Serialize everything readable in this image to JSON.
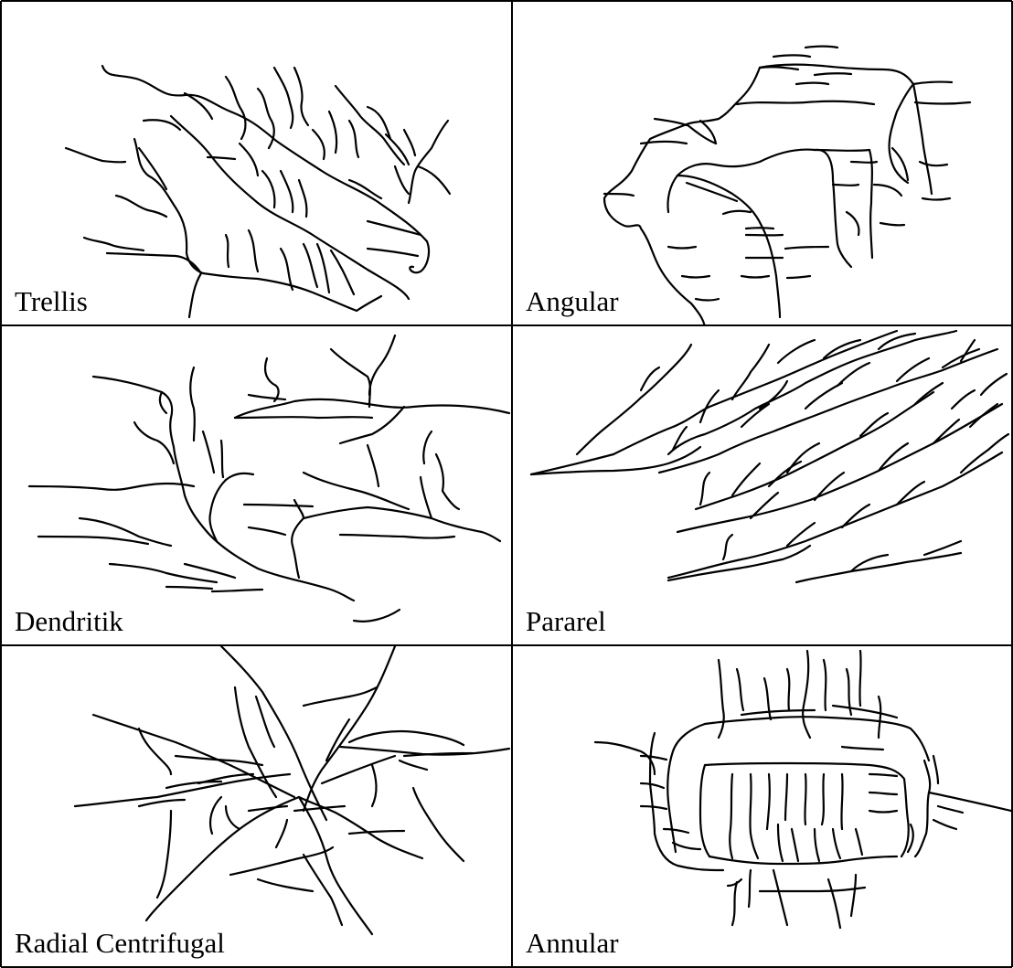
{
  "cells": [
    {
      "name": "trellis",
      "label": "Trellis"
    },
    {
      "name": "angular",
      "label": "Angular"
    },
    {
      "name": "dendritik",
      "label": "Dendritik"
    },
    {
      "name": "pararel",
      "label": "Pararel"
    },
    {
      "name": "radial-centrifugal",
      "label": "Radial Centrifugal"
    },
    {
      "name": "annular",
      "label": "Annular"
    }
  ]
}
